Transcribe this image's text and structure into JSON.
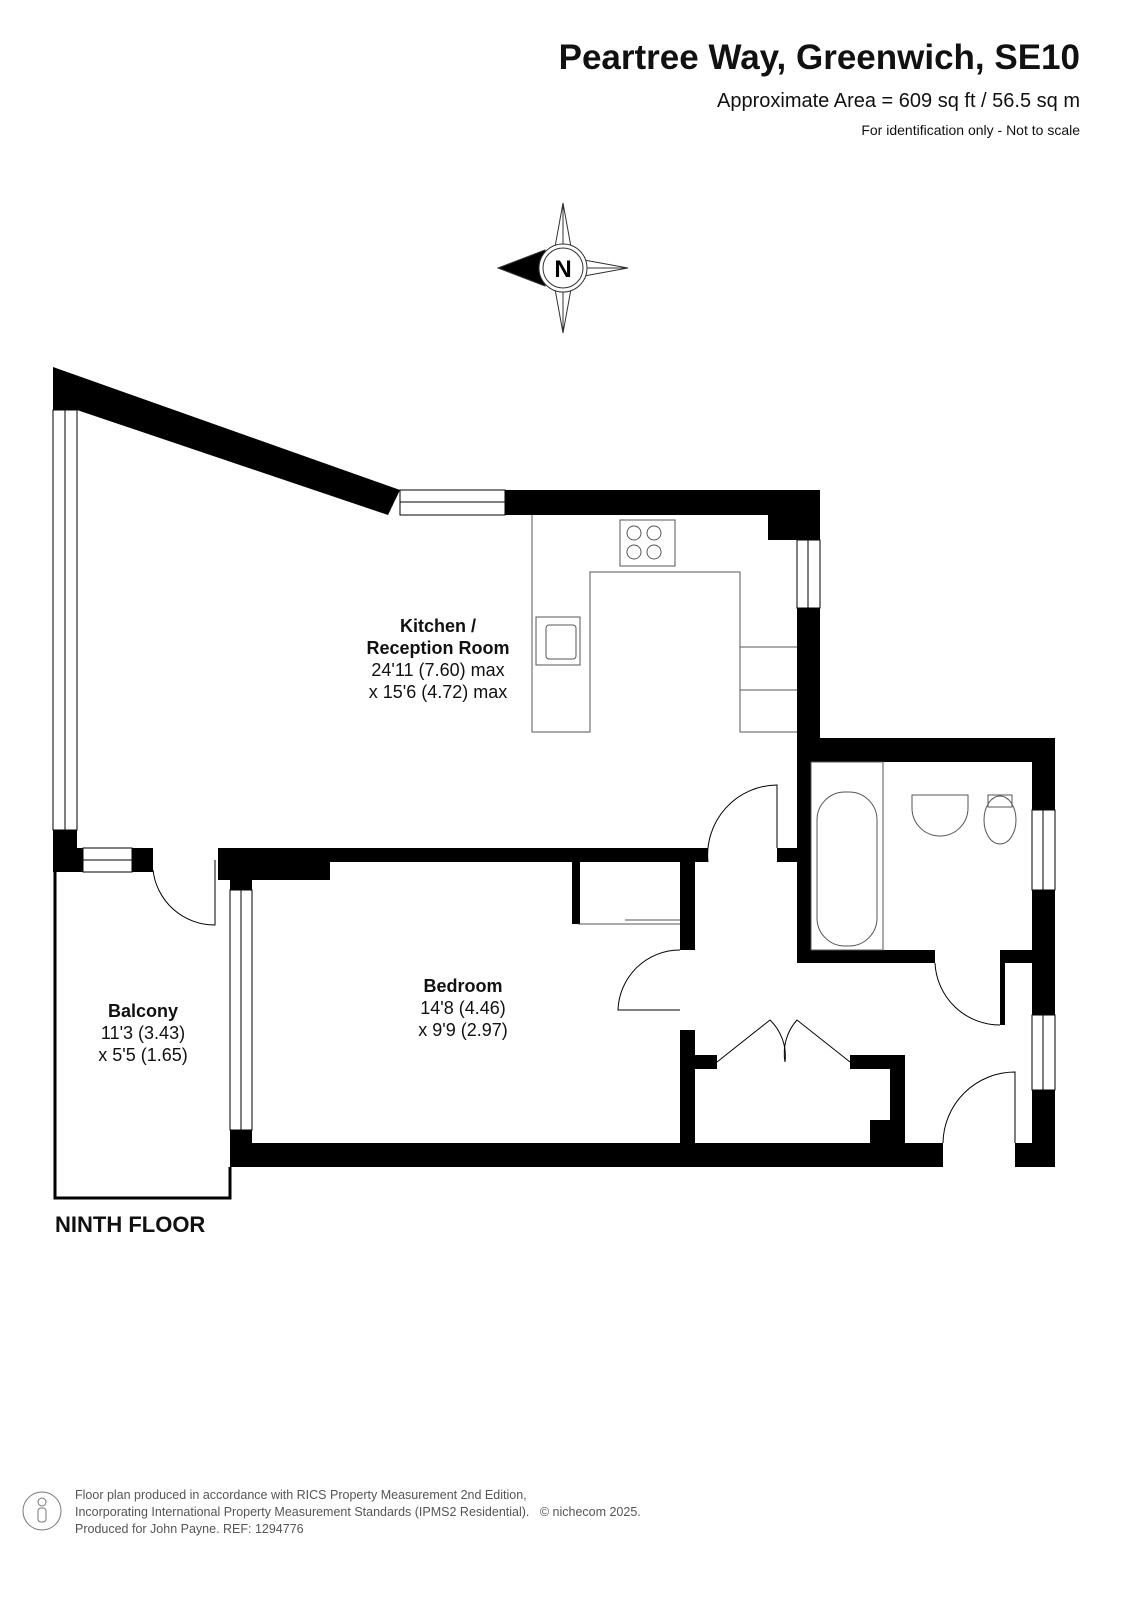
{
  "header": {
    "title": "Peartree Way, Greenwich, SE10",
    "area": "Approximate Area = 609 sq ft / 56.5 sq m",
    "note": "For identification only - Not to scale"
  },
  "compass": {
    "label": "N"
  },
  "rooms": [
    {
      "name": "Kitchen / Reception Room",
      "line1": "Kitchen /",
      "line2": "Reception Room",
      "dim1": "24'11 (7.60) max",
      "dim2": "x 15'6 (4.72) max"
    },
    {
      "name": "Bedroom",
      "dim1": "14'8 (4.46)",
      "dim2": "x 9'9 (2.97)"
    },
    {
      "name": "Balcony",
      "dim1": "11'3 (3.43)",
      "dim2": "x 5'5 (1.65)"
    }
  ],
  "floor_label": "NINTH FLOOR",
  "footer": {
    "line1": "Floor plan produced in accordance with RICS Property Measurement 2nd Edition,",
    "line2": "Incorporating International Property Measurement Standards (IPMS2 Residential).",
    "copyright": "© nichecom 2025.",
    "line3": "Produced for John Payne.   REF:  1294776"
  }
}
